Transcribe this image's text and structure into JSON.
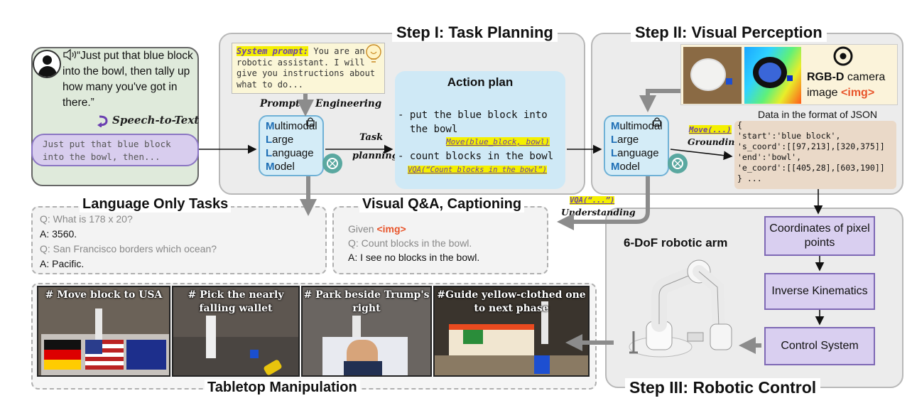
{
  "speech": {
    "quote": "“Just put that blue block into the bowl, then tally up how many you've got in there.”",
    "stt_label": "Speech-to-Text",
    "transcript": "Just put that blue block into the bowl, then..."
  },
  "step1": {
    "title": "Step I: Task Planning",
    "system_prompt_label": "System prompt:",
    "system_prompt_text": " You are an robotic assistant. I will give you instructions about what to do...",
    "prompt_label": "Prompt",
    "engineering_label": "Engineering",
    "llm": [
      "M",
      "ultimodal",
      "L",
      "arge",
      "L",
      "anguage",
      "M",
      "odel"
    ],
    "task_label": "Task",
    "planning_label": "planning",
    "action_plan_title": "Action plan",
    "plan_line1": "- put the blue block into",
    "plan_line2": "  the bowl",
    "plan_move": "Move(blue_block, bowl)",
    "plan_line3": "- count blocks in the bowl",
    "plan_vqa": "VQA(“Count blocks in the bowl”)"
  },
  "step2": {
    "title": "Step II: Visual Perception",
    "camera_bold": "RGB-D",
    "camera_rest": " camera",
    "camera_img_prefix": "image ",
    "img_tag": "<img>",
    "move_label": "Move(...)",
    "grounding_label": "Grounding",
    "json_title": "Data in the format of JSON",
    "json_lines": [
      "{",
      "'start':'blue block',",
      "'s_coord':[[97,213],[320,375]]",
      "'end':'bowl',",
      "'e_coord':[[405,28],[603,190]]",
      "} ..."
    ]
  },
  "language_tasks": {
    "title": "Language Only Tasks",
    "q1": "Q: What is 178 x 20?",
    "a1": "A: 3560.",
    "q2": "Q: San Francisco borders which ocean?",
    "a2": "A: Pacific."
  },
  "vqa": {
    "title": "Visual Q&A, Captioning",
    "vqa_label": "VQA(“...”)",
    "understanding_label": "Understanding",
    "given": "Given ",
    "img_tag": "<img>",
    "q": "Q: Count blocks in the bowl.",
    "a": "A: I see no blocks in the bowl."
  },
  "step3": {
    "title": "Step III: Robotic Control",
    "arm_label": "6-DoF robotic arm",
    "box1": "Coordinates of pixel points",
    "box2": "Inverse Kinematics",
    "box3": "Control System"
  },
  "tabletop": {
    "title": "Tabletop Manipulation",
    "captions": [
      "# Move block to USA",
      "# Pick the nearly falling wallet",
      "# Park beside Trump's right",
      "#Guide yellow-clothed one to next phase"
    ]
  },
  "colors": {
    "llm_accent": "#1e6eb5",
    "img_tag": "#e8542a",
    "highlight": "#f4f000",
    "purple_box": "#d9cff0"
  }
}
